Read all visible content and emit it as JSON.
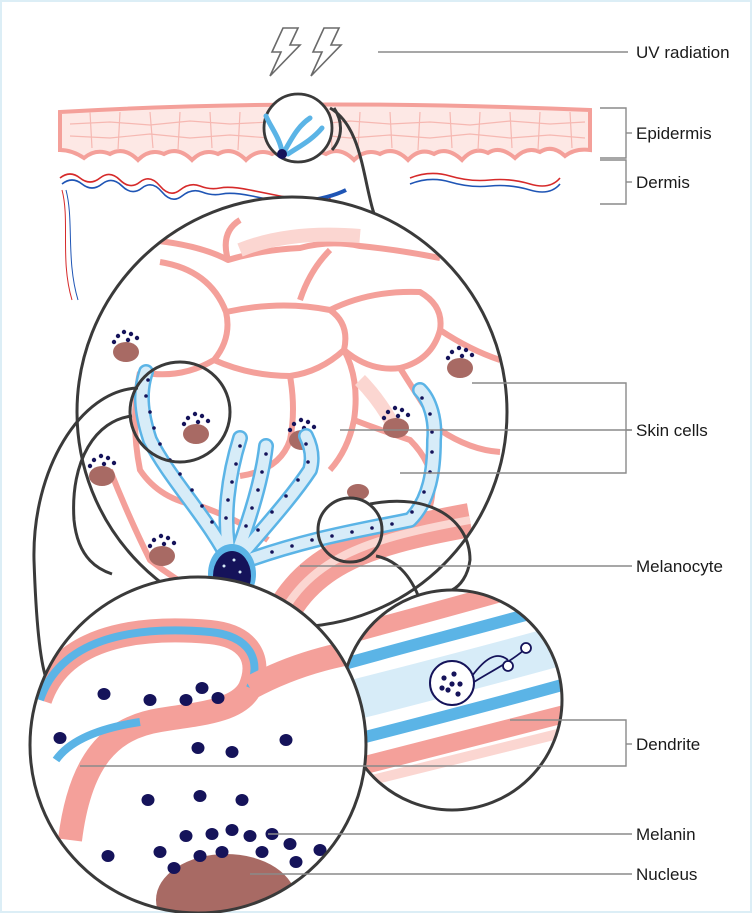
{
  "labels": {
    "uv": "UV radiation",
    "epidermis": "Epidermis",
    "dermis": "Dermis",
    "skin_cells": "Skin cells",
    "melanocyte": "Melanocyte",
    "dendrite": "Dendrite",
    "melanin": "Melanin",
    "nucleus": "Nucleus"
  },
  "colors": {
    "outline": "#3a3a3a",
    "skin": "#f4a09a",
    "skin_light": "#fbd6d1",
    "nucleus": "#a86a64",
    "melanin": "#15135a",
    "dendrite": "#5bb4e6",
    "dendrite_light": "#d7ecf8",
    "vein": "#1f55b5",
    "artery": "#d62a2a",
    "leader": "#8a8a8a"
  },
  "icons": [
    "lightning-icon",
    "lightning-icon"
  ]
}
